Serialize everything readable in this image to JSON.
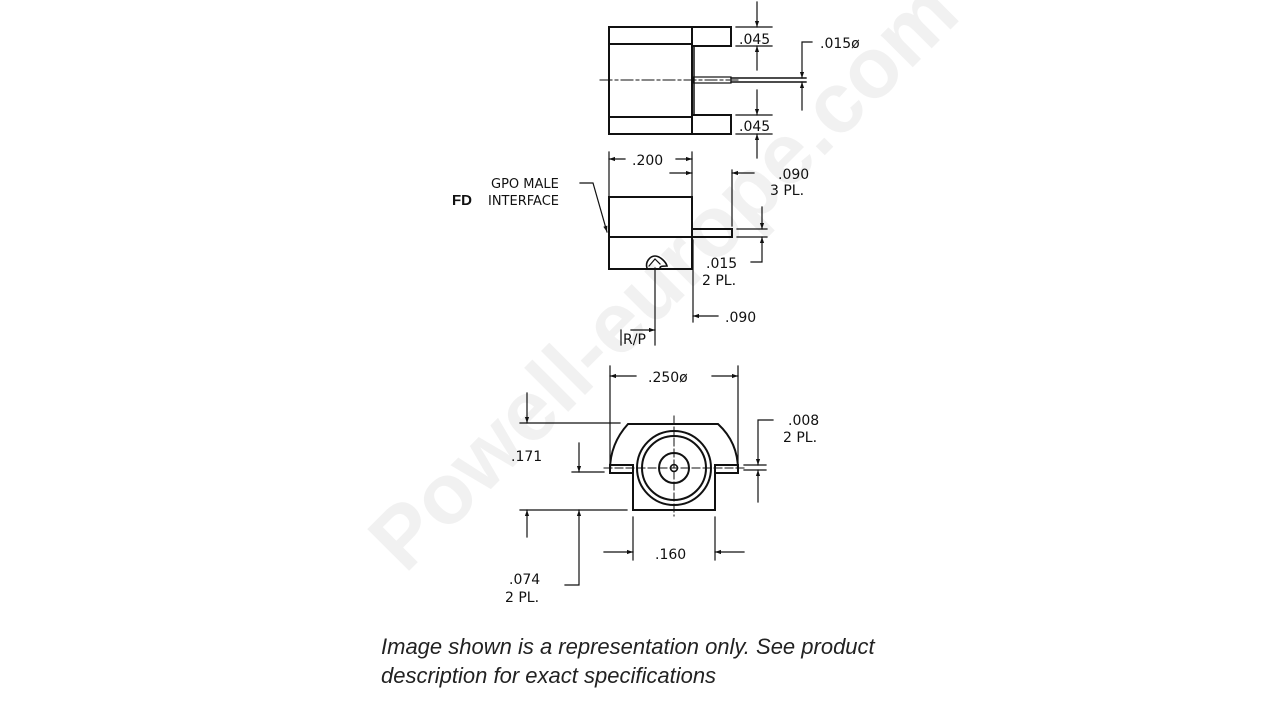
{
  "watermark": "Powell-europe.com",
  "top_view": {
    "dim_top_flange": ".045",
    "dim_bottom_flange": ".045",
    "dim_pin_dia": ".015ø"
  },
  "side_view": {
    "label_code": "FD",
    "label_line1": "GPO MALE",
    "label_line2": "INTERFACE",
    "dim_body_length": ".200",
    "dim_tab_len_1": ".090",
    "dim_tab_len_1_qty": "3 PL.",
    "dim_tab_thick": ".015",
    "dim_tab_thick_qty": "2 PL.",
    "dim_tab_len_2": ".090",
    "ref_label": "R/P"
  },
  "end_view": {
    "dim_dia": ".250ø",
    "dim_height": ".171",
    "dim_flange": ".008",
    "dim_flange_qty": "2 PL.",
    "dim_width": ".160",
    "dim_offset": ".074",
    "dim_offset_qty": "2 PL."
  },
  "caption": {
    "line1": "Image shown is a representation only. See product",
    "line2": "description for exact specifications"
  }
}
